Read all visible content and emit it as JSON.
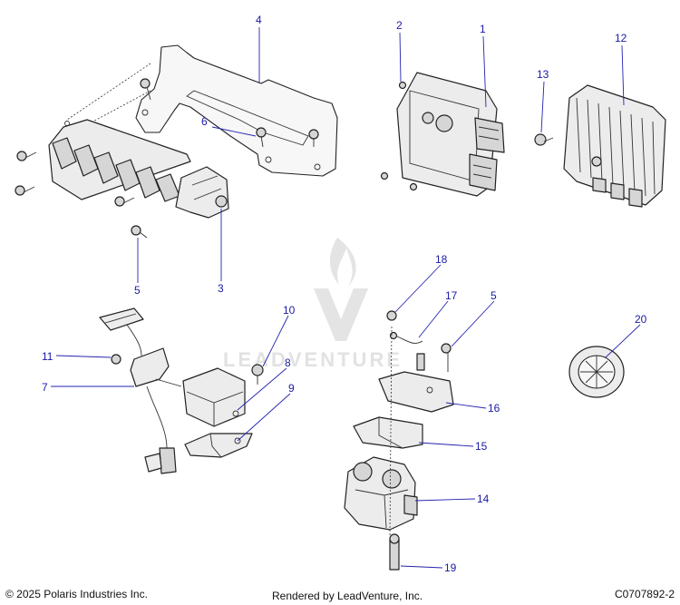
{
  "watermark": {
    "text": "LEADVENTURE"
  },
  "callouts": {
    "c1": "1",
    "c2": "2",
    "c3": "3",
    "c4": "4",
    "c5a": "5",
    "c5b": "5",
    "c6": "6",
    "c7": "7",
    "c8": "8",
    "c9": "9",
    "c10": "10",
    "c11": "11",
    "c12": "12",
    "c13": "13",
    "c14": "14",
    "c15": "15",
    "c16": "16",
    "c17": "17",
    "c18": "18",
    "c19": "19",
    "c20": "20"
  },
  "footer": {
    "copyright": "© 2025 Polaris Industries Inc.",
    "rendered_by": "Rendered by LeadVenture, Inc.",
    "figure_code": "C0707892-2"
  },
  "colors": {
    "callout": "#1a1aa6",
    "leader": "#2323b0",
    "line": "#222222"
  }
}
